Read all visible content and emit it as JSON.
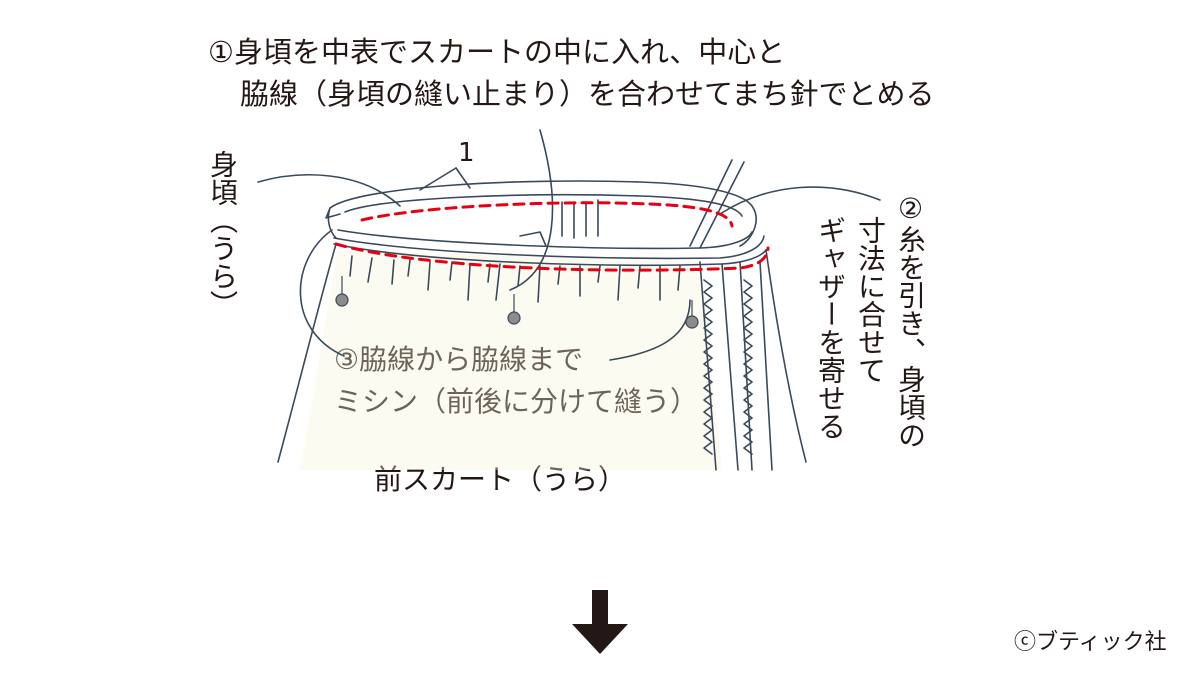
{
  "labels": {
    "step1_line1": "①身頃を中表でスカートの中に入れ、中心と",
    "step1_line2": "脇線（身頃の縫い止まり）を合わせてまち針でとめる",
    "bodice": "身頃（うら）",
    "number_one": "1",
    "step2_line1": "②糸を引き、身頃の",
    "step2_line2": "寸法に合せて",
    "step2_line3": "ギャザーを寄せる",
    "step3_line1": "③脇線から脇線まで",
    "step3_line2": "ミシン（前後に分けて縫う）",
    "front_skirt": "前スカート（うら）",
    "copyright": "ⓒブティック社"
  },
  "colors": {
    "line": "#3a4a5a",
    "stitch": "#e60012",
    "pin_head": "#8c8c8c",
    "fabric_tint": "#f7f3d9",
    "arrow": "#231815"
  },
  "icons": {
    "next_step": "down-arrow-icon",
    "pins": "pin-icon"
  }
}
